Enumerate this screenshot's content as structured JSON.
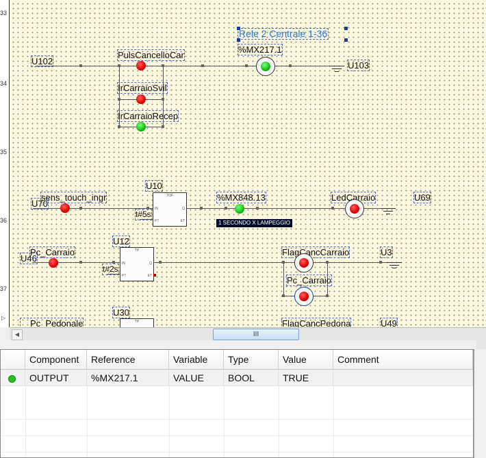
{
  "ruler": {
    "rows": [
      "33",
      "34",
      "35",
      "36",
      "37"
    ],
    "arrow": "▷"
  },
  "ladder": {
    "title_label": "Rele 2 Centrale 1-36",
    "coil_top_ref": "%MX217.1",
    "pulsante": "PulsCancelloCar",
    "ir_sviluppo": "IrCarraioSvil",
    "ir_reception": "IrCarraioRecep",
    "u102": "U102",
    "u103": "U103",
    "u70": "U70",
    "sens": "sens_touch_ingr",
    "u10": "U10",
    "tof_name": "TOF",
    "t5s": "t#5s",
    "mx848": "%MX848.13",
    "lampeggio": "1 SECONDO X LAMPEGGIO",
    "led_carraio": "LedCarraio",
    "u69": "U69",
    "u46": "U46",
    "pc_carraio": "Pc_Carraio",
    "u12": "U12",
    "tp_name": "TP",
    "t2s": "t#2s",
    "flag_carraio": "FlagCancCarraio",
    "pc_carraio_2": "Pc_Carraio",
    "u3": "U3",
    "u30": "U30",
    "pc_pedonale": "Pc_Pedonale",
    "flag_pedonale": "FlagCancPedona",
    "u49": "U49",
    "pin_in": "IN",
    "pin_pt": "PT",
    "pin_q": "Q",
    "pin_et": "ET"
  },
  "scrollbar": {
    "left_arrow": "◀",
    "thumb_grip": "III"
  },
  "watch": {
    "columns": [
      "Component",
      "Reference",
      "Variable",
      "Type",
      "Value",
      "Comment"
    ],
    "rows": [
      {
        "status_color": "#22c322",
        "component": "OUTPUT",
        "reference": "%MX217.1",
        "variable": "VALUE",
        "type": "BOOL",
        "value": "TRUE",
        "comment": ""
      }
    ]
  }
}
